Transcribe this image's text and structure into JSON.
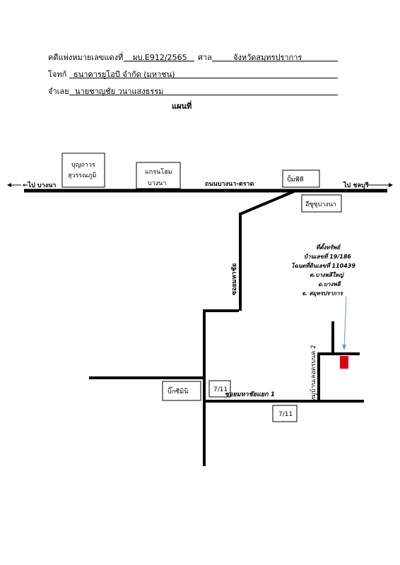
{
  "header": {
    "case_label": "คดีแพ่งหมายเลขแดงที่",
    "case_number": "ผบ.E912/2565",
    "court_label": "ศาล",
    "court_name": "จังหวัดสมุทรปราการ",
    "plaintiff_label": "โจทก์",
    "plaintiff_name": "ธนาคารยูโอบี จำกัด (มหาชน)",
    "defendant_label": "จำเลย",
    "defendant_name": "นายชาญชัย  วนาแสงธรรม",
    "map_title": "แผนที่"
  },
  "map": {
    "arrow_left": "←ไป บางนา",
    "arrow_right": "ไป ชลบุรี",
    "main_road": "ถนนบางนา-ตราด",
    "soi_vertical": "ซอยมหาชัย",
    "soi_branch": "ซอยมหาชัยแยก 1",
    "soi_small": "หมู่บ้านเลอตรบนด 2",
    "landmarks": {
      "boonthavorn": [
        "บุญถาวร",
        "สุวรรณภูมิ"
      ],
      "grand_home": [
        "แกรนโฮม",
        "บางนา"
      ],
      "gas_station": "ปั้มพีที",
      "isuzu": "อีซูซุบางนา",
      "bigc_mini": "บิ๊กซีมินิ",
      "seven_eleven_1": "7/11",
      "seven_eleven_2": "7/11"
    },
    "property": {
      "line1": "ที่ตั้งทรัพย์",
      "line2": "บ้านเลขที่ 19/186",
      "line3": "โฉนดที่ดินเลขที่ 110439",
      "line4": "ต.บางพลีใหญ่",
      "line5": "อ.บางพลี",
      "line6": "จ. สมุทรปราการ"
    },
    "colors": {
      "road": "#000000",
      "property_marker": "#e0000f",
      "pointer": "#5b9bd5"
    }
  }
}
